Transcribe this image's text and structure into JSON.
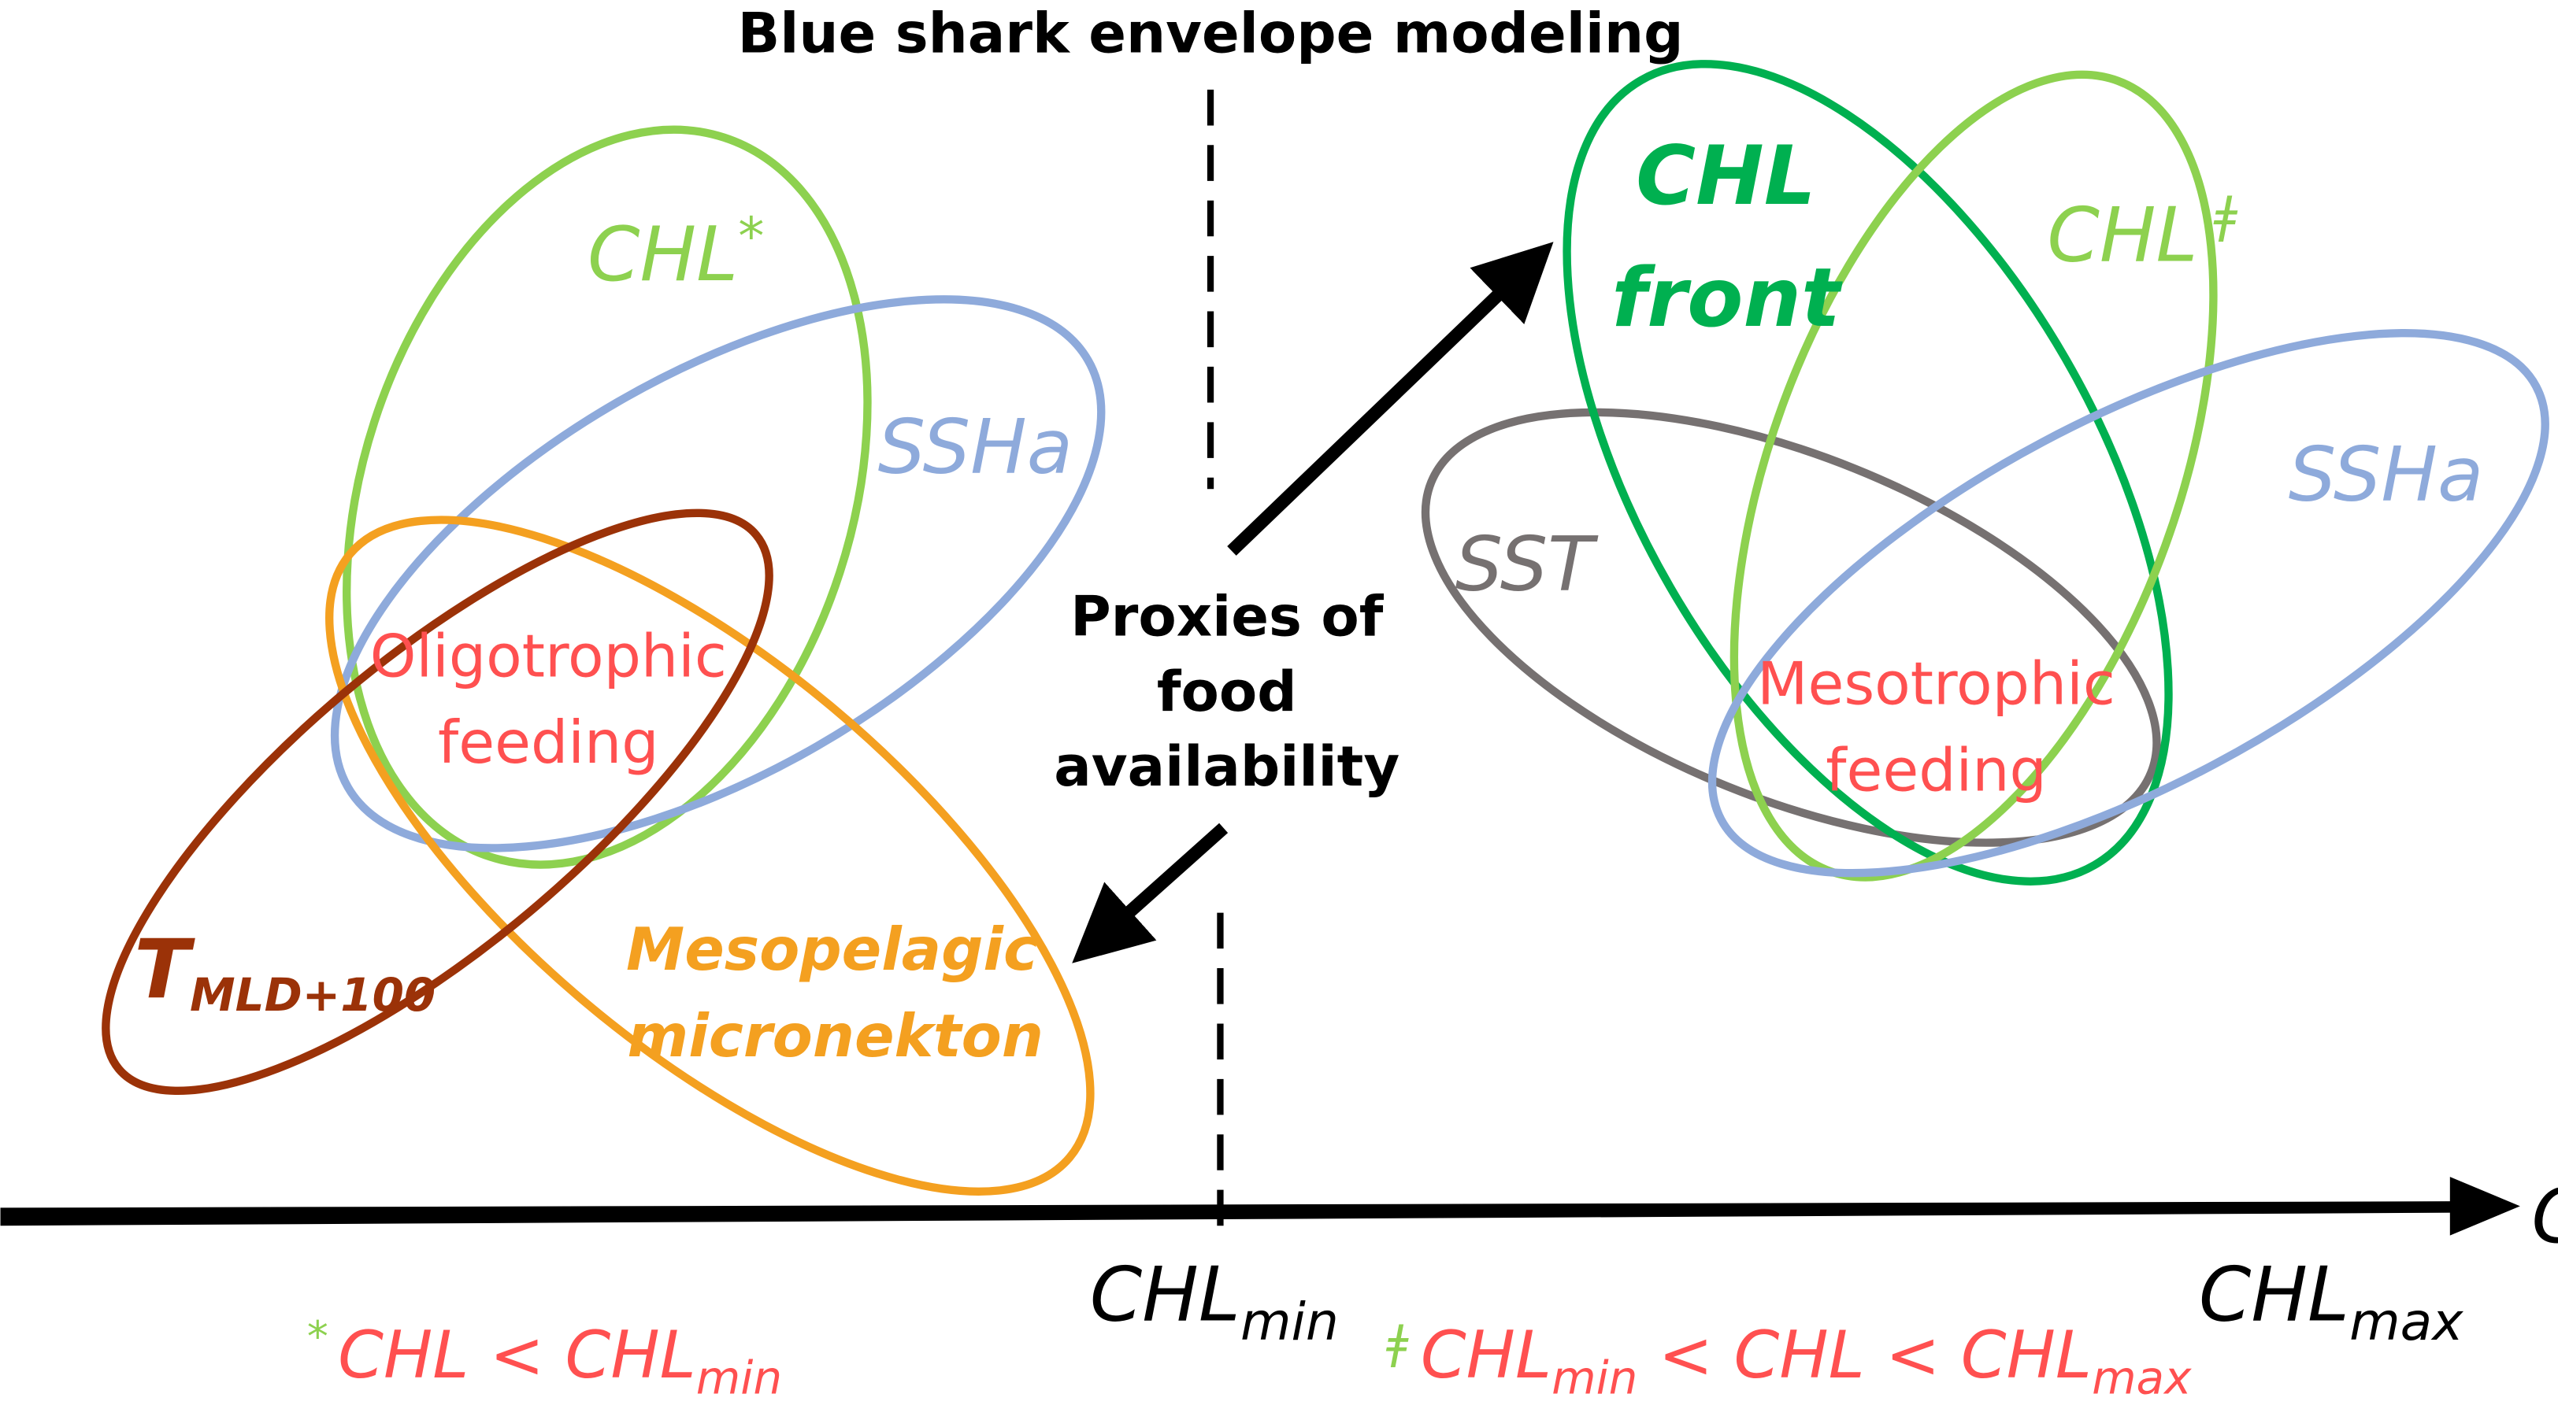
{
  "title": "Blue shark envelope modeling",
  "center_label": [
    "Proxies of",
    "food",
    "availability"
  ],
  "colors": {
    "chl_light": "#8dd14f",
    "chl_front": "#00b050",
    "ssha": "#8eaadb",
    "sst": "#767171",
    "meso": "#f4a020",
    "tmld": "#9b3208",
    "feeding": "#ff5050"
  },
  "left": {
    "chl": "CHL",
    "chl_mark": "*",
    "ssha": "SSHa",
    "feeding": [
      "Oligotrophic",
      "feeding"
    ],
    "tmld": "T",
    "tmld_sub": "MLD+100",
    "meso": [
      "Mesopelagic",
      "micronekton"
    ]
  },
  "right": {
    "chl_front": [
      "CHL",
      "front"
    ],
    "chl": "CHL",
    "chl_mark": "ǂ",
    "ssha": "SSHa",
    "sst": "SST",
    "feeding": [
      "Mesotrophic",
      "feeding"
    ]
  },
  "axis": {
    "label": "CHL",
    "min_label": "CHL",
    "min_sub": "min",
    "max_label": "CHL",
    "max_sub": "max"
  },
  "legend": {
    "left_mark": "*",
    "left_a": "CHL < CHL",
    "left_sub": "min",
    "right_mark": "ǂ",
    "right_a": "CHL",
    "right_sub1": "min",
    "right_b": " < CHL < CHL",
    "right_sub2": "max"
  }
}
